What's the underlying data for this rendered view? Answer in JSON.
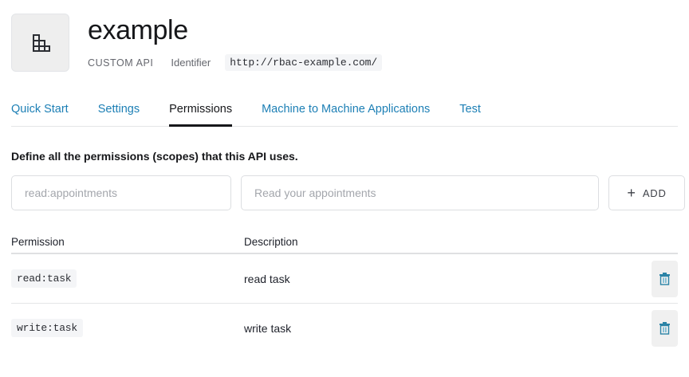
{
  "header": {
    "logo_icon": "blocks-staircase-icon",
    "title": "example",
    "type_label": "CUSTOM API",
    "identifier_label": "Identifier",
    "identifier_value": "http://rbac-example.com/"
  },
  "tabs": [
    {
      "label": "Quick Start",
      "active": false
    },
    {
      "label": "Settings",
      "active": false
    },
    {
      "label": "Permissions",
      "active": true
    },
    {
      "label": "Machine to Machine Applications",
      "active": false
    },
    {
      "label": "Test",
      "active": false
    }
  ],
  "permissions_panel": {
    "description": "Define all the permissions (scopes) that this API uses.",
    "scope_input": {
      "value": "",
      "placeholder": "read:appointments"
    },
    "description_input": {
      "value": "",
      "placeholder": "Read your appointments"
    },
    "add_button": {
      "label": "ADD",
      "icon": "plus-icon"
    }
  },
  "table": {
    "columns": [
      "Permission",
      "Description"
    ],
    "rows": [
      {
        "permission": "read:task",
        "description": "read task",
        "delete_icon": "trash-icon"
      },
      {
        "permission": "write:task",
        "description": "write task",
        "delete_icon": "trash-icon"
      }
    ]
  },
  "colors": {
    "link": "#1c7fb5",
    "text": "#16171a",
    "muted": "#65676e",
    "border": "#e4e5e7",
    "badge_bg": "#f4f5f7",
    "trash": "#2b83a6"
  }
}
